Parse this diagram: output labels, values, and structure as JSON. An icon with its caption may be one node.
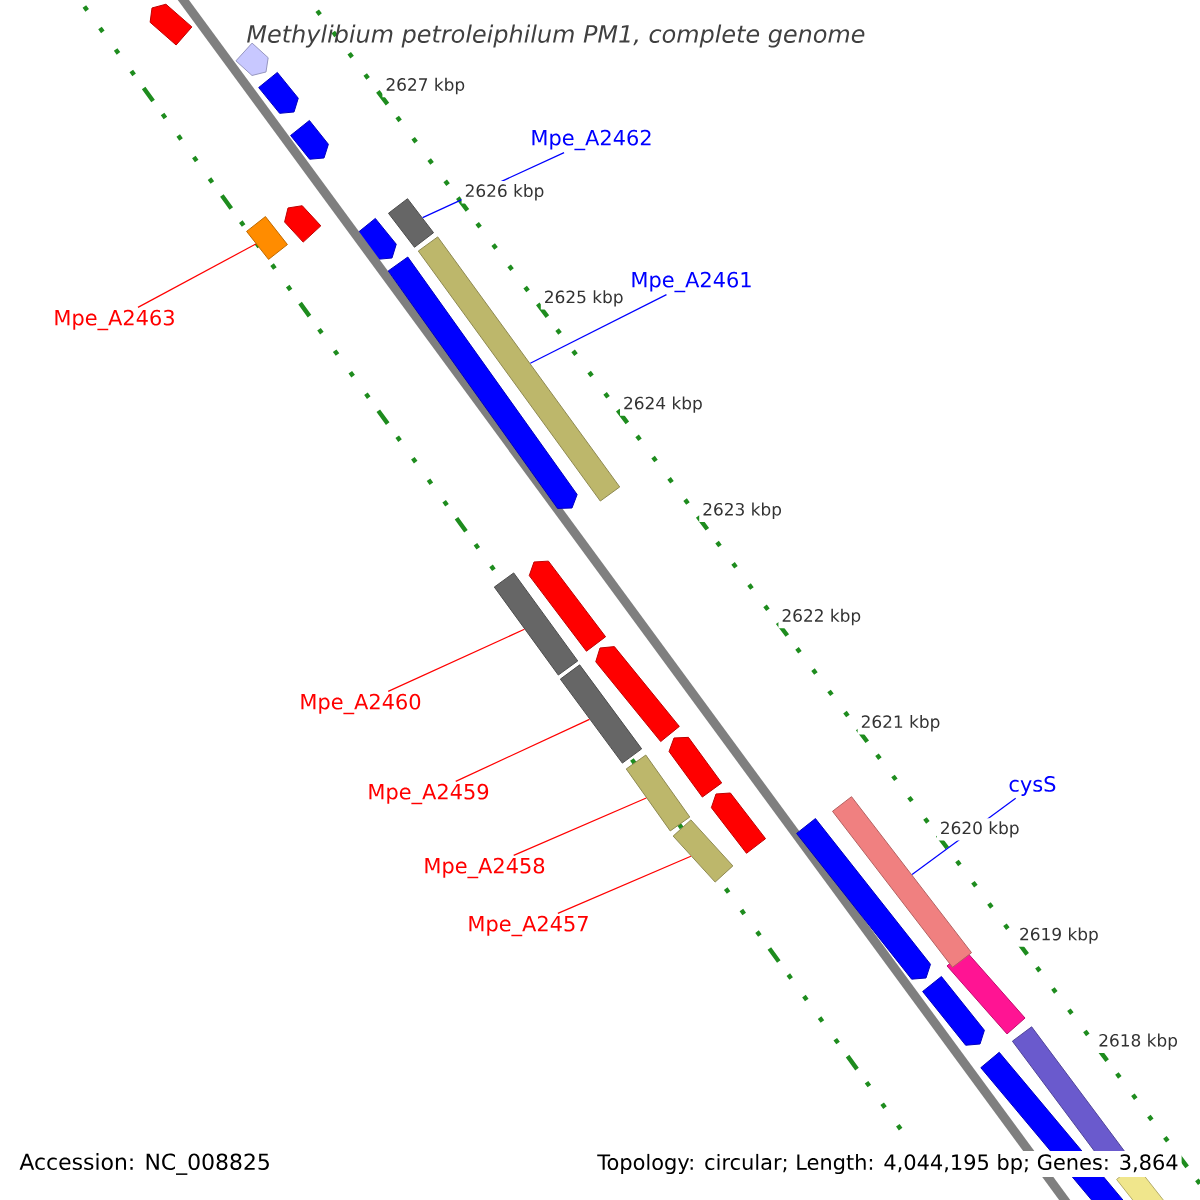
{
  "diagram": {
    "title": "*Methylibium petroleiphilum* PM1, complete genome",
    "nodes": [
      {
        "text": [
          "Mpe_A2462"
        ]
      },
      {
        "text": [
          "Mpe_A2461"
        ]
      },
      {
        "text": [
          "Mpe_A2463"
        ]
      },
      {
        "text": [
          "Mpe_A2460"
        ]
      },
      {
        "text": [
          "Mpe_A2459"
        ]
      },
      {
        "text": [
          "Mpe_A2458"
        ]
      },
      {
        "text": [
          "Mpe_A2457"
        ]
      },
      {
        "text": [
          "cysS"
        ]
      },
      {
        "text": [],
        "shape": "bar"
      },
      {
        "text": [],
        "shape": "bar"
      },
      {
        "text": [],
        "shape": "bar"
      },
      {
        "text": [],
        "shape": "bar"
      },
      {
        "text": [],
        "shape": "bar"
      },
      {
        "text": [],
        "shape": "bar"
      },
      {
        "text": [],
        "shape": "bar"
      },
      {
        "text": [],
        "shape": "bar"
      }
    ],
    "edges": [
      {
        "from": 0,
        "to": 8,
        "arrow": "none",
        "color": "#0000ff"
      },
      {
        "from": 1,
        "to": 9,
        "arrow": "none",
        "color": "#0000ff"
      },
      {
        "from": 2,
        "to": 10,
        "arrow": "none"
      },
      {
        "from": 3,
        "to": 11,
        "arrow": "none"
      },
      {
        "from": 4,
        "to": 12,
        "arrow": "none"
      },
      {
        "from": 5,
        "to": 13,
        "arrow": "none"
      },
      {
        "from": 6,
        "to": 14,
        "arrow": "none"
      },
      {
        "from": 7,
        "to": 15,
        "arrow": "none",
        "color": "#0000ff"
      }
    ],
    "labels": [
      "2627 kbp",
      "2626 kbp",
      "2625 kbp",
      "2624 kbp",
      "2623 kbp",
      "2622 kbp",
      "2621 kbp",
      "2620 kbp",
      "2619 kbp",
      "2618 kbp",
      "Accession: NC_008825",
      "Topology: circular; Length: 4,044,195 bp; Genes: 3,864"
    ]
  }
}
